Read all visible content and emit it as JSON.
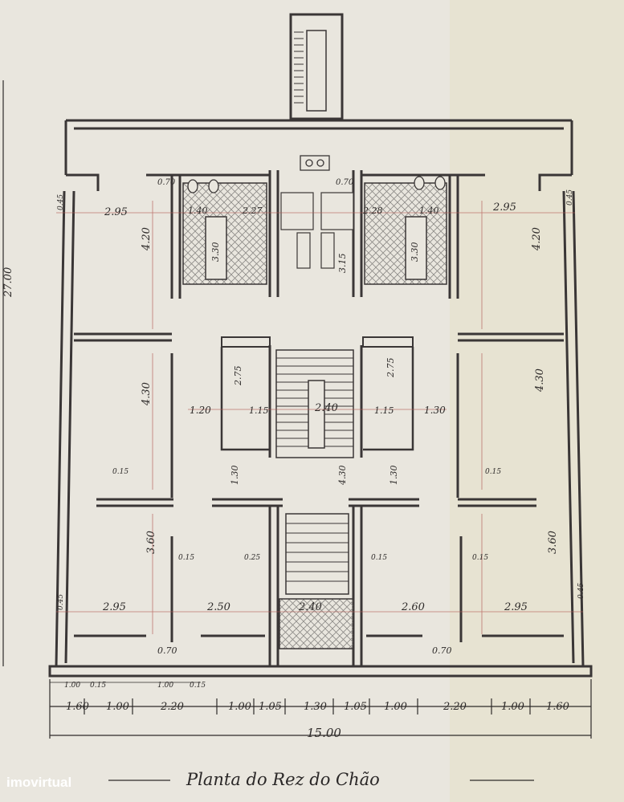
{
  "title": "Planta do Rez do Chão",
  "watermark": "imovirtual",
  "colors": {
    "paper": "#e9e6de",
    "ink": "#2e2b2a",
    "wall": "#3a3636",
    "hatch": "#8c8a86",
    "redline": "#b45a55"
  },
  "overall": {
    "depth": "27.00",
    "width": "15.00"
  },
  "bottom_dims": [
    "1.60",
    "1.00",
    "2.20",
    "1.00",
    "1.05",
    "1.30",
    "1.05",
    "1.00",
    "2.20",
    "1.00",
    "1.60"
  ],
  "small_dims": [
    "1.00",
    "0.15",
    "1.00",
    "0.15"
  ],
  "rooms": {
    "left_front_w": "2.95",
    "left_front_d": "4.20",
    "bath_left_w": "1.40",
    "bath_left_len": "3.30",
    "kitchen_left_w": "2.27",
    "kitchen_right_w": "2.28",
    "bath_right_w": "1.40",
    "bath_right_len": "3.30",
    "right_front_w": "2.95",
    "right_front_d": "4.20",
    "left_mid_d": "4.30",
    "right_mid_d": "4.30",
    "stair_w": "2.40",
    "closet_left_d": "2.75",
    "closet_right_d": "2.75",
    "hall_left_w": "1.20",
    "hall_left_w2": "1.15",
    "hall_right_w": "1.15",
    "hall_right_w2": "1.30",
    "hall_left_d": "1.30",
    "hall_right_d": "1.30",
    "hall_center_d": "4.30",
    "back_left_w": "2.95",
    "back_left2_w": "2.50",
    "entry_w": "2.40",
    "back_right2_w": "2.60",
    "back_right_w": "2.95",
    "back_left_d": "3.60",
    "back_right_d": "3.60",
    "door_left": "0.70",
    "door_right": "0.70",
    "door_top_left": "0.70",
    "door_top_right": "0.70",
    "misc_315": "3.15",
    "wall_15": "0.15",
    "wall_25": "0.25",
    "wall_45": "0.45"
  }
}
